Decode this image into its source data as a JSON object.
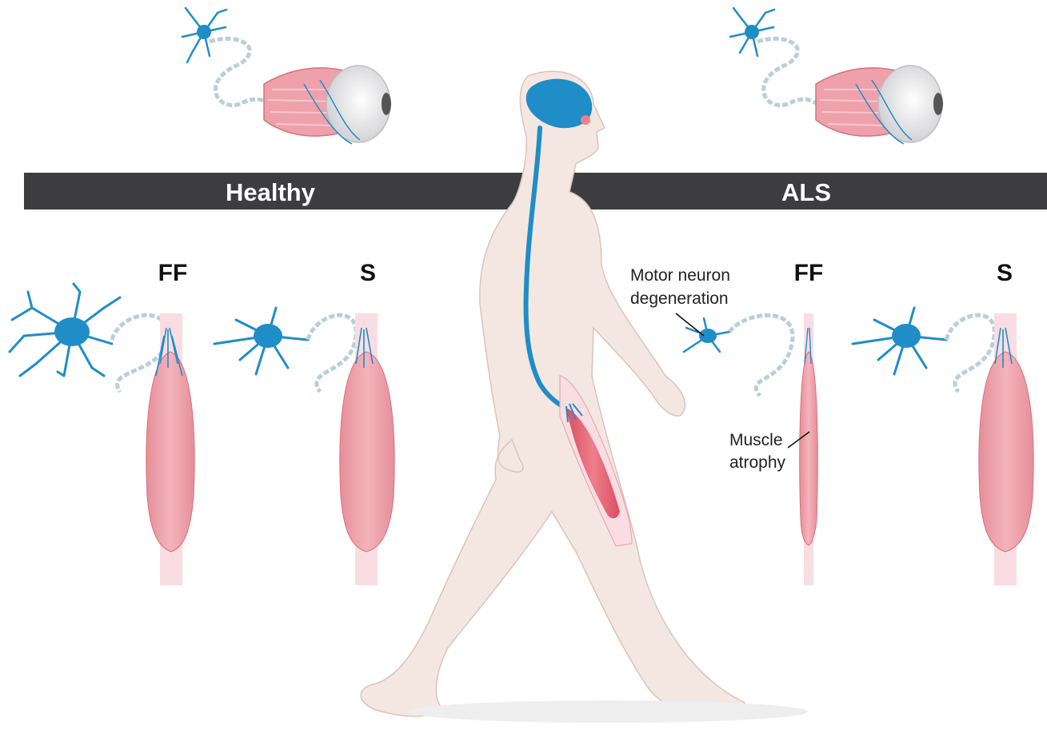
{
  "banner": {
    "left_label": "Healthy",
    "right_label": "ALS"
  },
  "panels": {
    "healthy": {
      "ff_label": "FF",
      "s_label": "S"
    },
    "als": {
      "ff_label": "FF",
      "s_label": "S"
    }
  },
  "annotations": {
    "degeneration_line1": "Motor neuron",
    "degeneration_line2": "degeneration",
    "atrophy_line1": "Muscle",
    "atrophy_line2": "atrophy"
  },
  "colors": {
    "banner": "#3d3d3f",
    "neuron": "#1f8dc8",
    "muscle": "#eea1ab",
    "muscle_dark": "#e06b78",
    "tendon": "#f9dde2",
    "skin": "#f4e7e1",
    "skin_stroke": "#d9c4bb",
    "axon": "#b9cfda"
  }
}
